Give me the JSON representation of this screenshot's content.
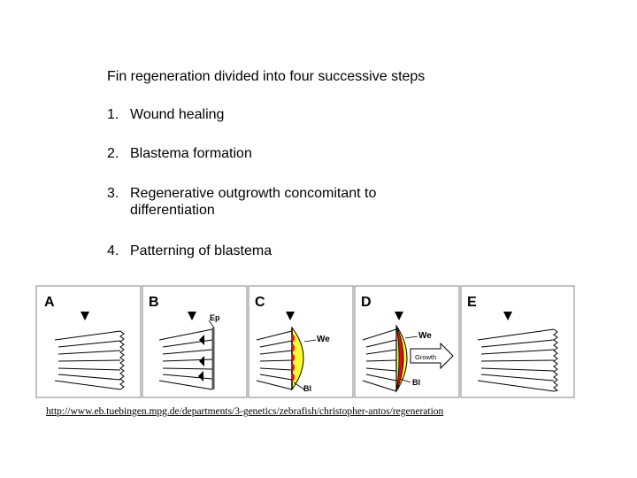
{
  "title": "Fin regeneration divided into four successive steps",
  "steps": [
    {
      "num": "1.",
      "text": "Wound healing"
    },
    {
      "num": "2.",
      "text": "Blastema formation"
    },
    {
      "num": "3.",
      "text": "Regenerative outgrowth concomitant to differentiation"
    },
    {
      "num": "4.",
      "text": "Patterning of blastema"
    }
  ],
  "figure": {
    "panels": [
      "A",
      "B",
      "C",
      "D",
      "E"
    ],
    "labels": {
      "ep": "Ep",
      "we_c": "We",
      "bl_c": "Bl",
      "we_d": "We",
      "bl_d": "Bl",
      "growth": "Growth"
    },
    "colors": {
      "epidermis_yellow": "#ffff33",
      "blastema_red": "#dd1111",
      "panel_border": "#999999"
    }
  },
  "source_url": "http://www.eb.tuebingen.mpg.de/departments/3-genetics/zebrafish/christopher-antos/regeneration"
}
